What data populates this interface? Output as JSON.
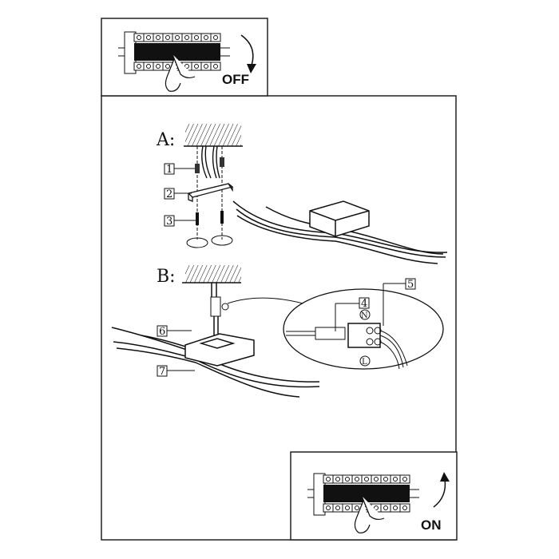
{
  "switch_off": {
    "label": "OFF"
  },
  "switch_on": {
    "label": "ON"
  },
  "step_a": {
    "label": "A:"
  },
  "step_b": {
    "label": "B:"
  },
  "parts": [
    "1",
    "2",
    "3",
    "4",
    "5",
    "6",
    "7"
  ],
  "terminals": {
    "neutral": "N",
    "live": "L"
  }
}
